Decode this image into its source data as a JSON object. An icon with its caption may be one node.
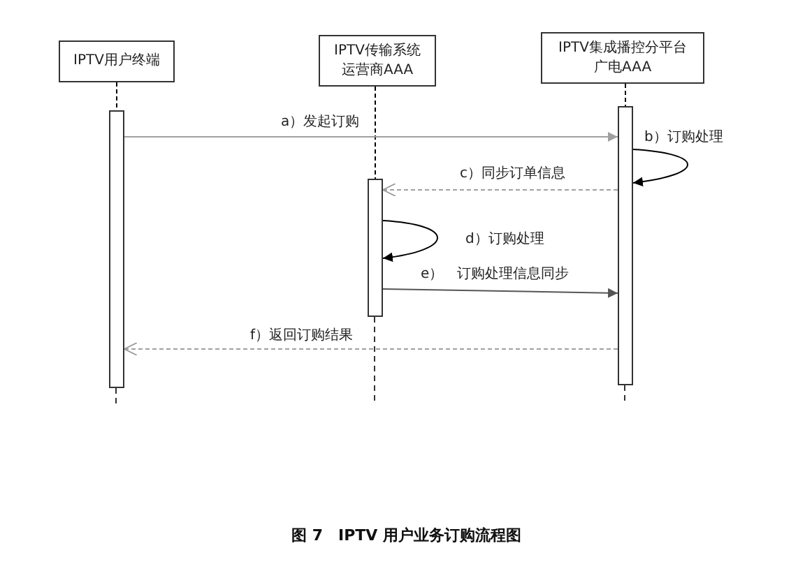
{
  "diagram": {
    "caption": "图 7　IPTV 用户业务订购流程图",
    "nodes": [
      {
        "text": [
          "IPTV用户终端"
        ]
      },
      {
        "text": [
          "IPTV传输系统运营商AAA"
        ]
      },
      {
        "text": [
          "IPTV集成播控分平台广电AAA"
        ]
      },
      {
        "text": [],
        "shape": "bar"
      },
      {
        "text": [],
        "shape": "bar"
      },
      {
        "text": [],
        "shape": "bar"
      }
    ],
    "edges": [
      {
        "from": 0,
        "to": 3,
        "arrow": "none",
        "style": "dashed"
      },
      {
        "from": 1,
        "to": 4,
        "arrow": "none",
        "style": "dashed"
      },
      {
        "from": 2,
        "to": 5,
        "arrow": "none",
        "style": "dashed"
      },
      {
        "from": 3,
        "to": 5,
        "arrow": "to",
        "label": "a）发起订购",
        "color": "#a0a0a0"
      },
      {
        "from": 5,
        "to": 5,
        "arrow": "to",
        "label": "b）订购处理"
      },
      {
        "from": 5,
        "to": 4,
        "arrow": "to",
        "label": "c）同步订单信息",
        "style": "dashed",
        "color": "#a0a0a0"
      },
      {
        "from": 4,
        "to": 4,
        "arrow": "to",
        "label": "d）订购处理"
      },
      {
        "from": 4,
        "to": 5,
        "arrow": "to",
        "label": "e）　订购处理信息同步",
        "color": "#555555"
      },
      {
        "from": 5,
        "to": 3,
        "arrow": "to",
        "label": "f）返回订购结果",
        "style": "dashed",
        "color": "#a0a0a0"
      }
    ]
  }
}
